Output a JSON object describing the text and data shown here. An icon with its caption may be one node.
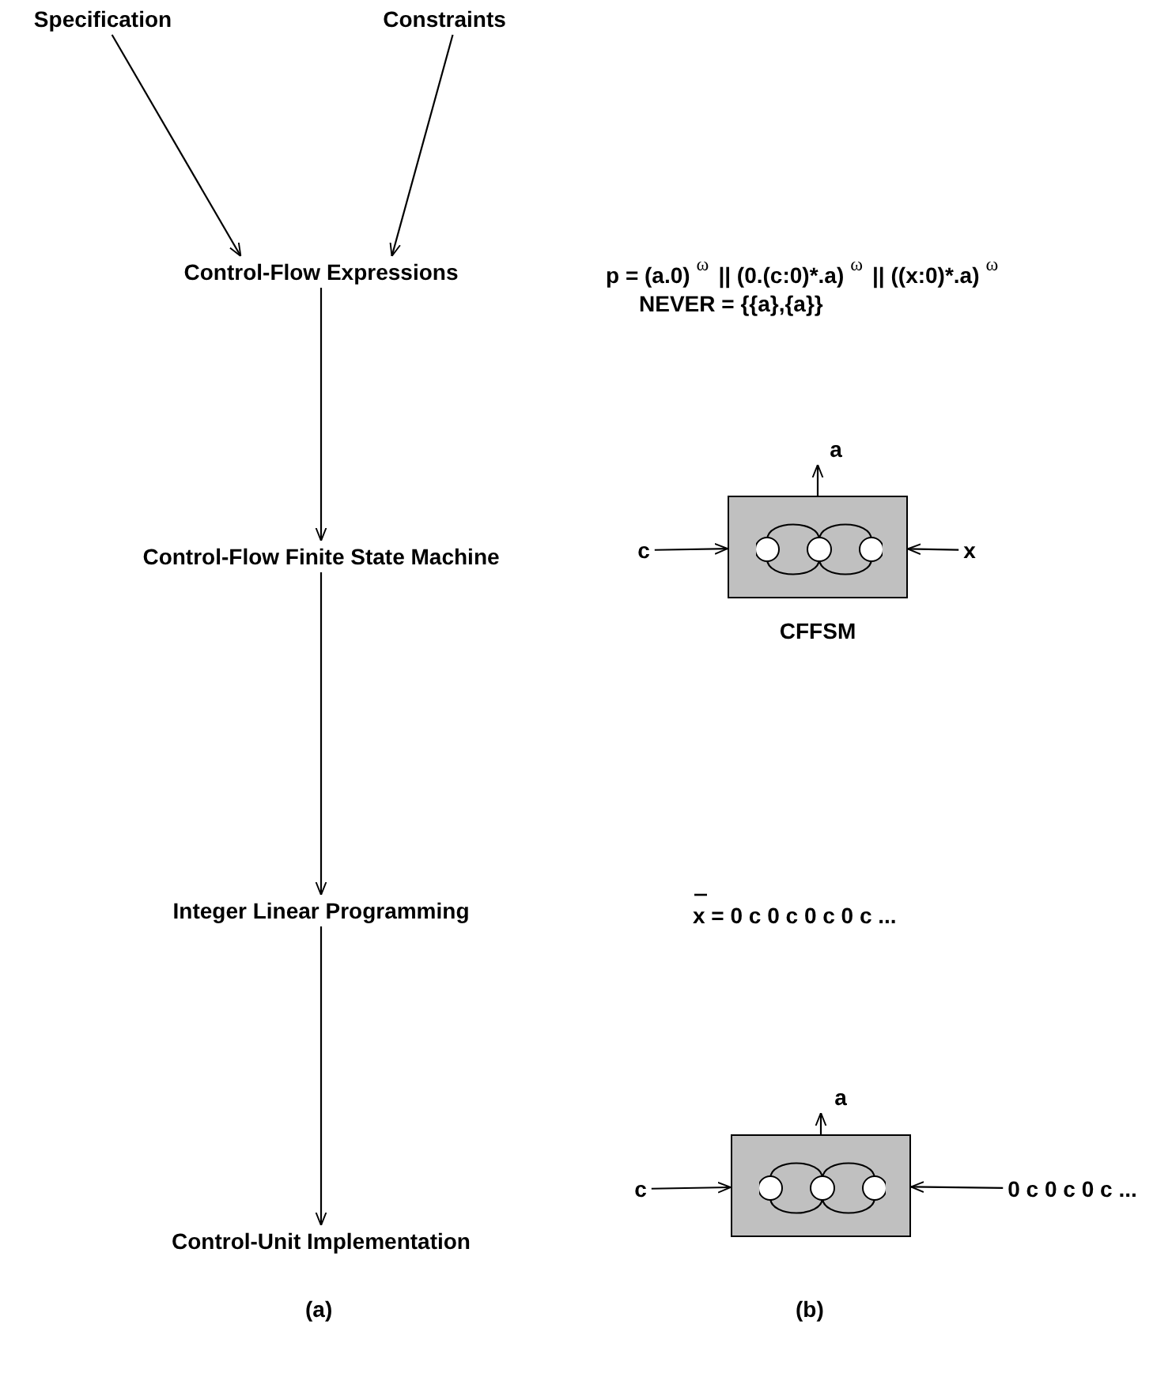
{
  "diagram": {
    "nodes": [
      {
        "text": [
          "Specification"
        ]
      },
      {
        "text": [
          "Constraints"
        ]
      },
      {
        "text": [
          "Control-Flow Expressions"
        ]
      },
      {
        "text": [
          "Control-Flow Finite State Machine"
        ]
      },
      {
        "text": [
          "Integer Linear Programming"
        ]
      },
      {
        "text": [
          "Control-Unit Implementation"
        ]
      },
      {
        "text": [],
        "shape": "box",
        "beside": [
          "CFFSM"
        ]
      },
      {
        "text": [
          "c"
        ]
      },
      {
        "text": [
          "x"
        ]
      },
      {
        "text": [
          "a"
        ]
      },
      {
        "text": [],
        "shape": "box"
      },
      {
        "text": [
          "c"
        ]
      },
      {
        "text": [
          "0 c 0 c 0 c ..."
        ]
      },
      {
        "text": [
          "a"
        ]
      }
    ],
    "edges": [
      {
        "from": 0,
        "to": 2,
        "arrow": "to"
      },
      {
        "from": 1,
        "to": 2,
        "arrow": "to"
      },
      {
        "from": 2,
        "to": 3,
        "arrow": "to"
      },
      {
        "from": 3,
        "to": 4,
        "arrow": "to"
      },
      {
        "from": 4,
        "to": 5,
        "arrow": "to"
      },
      {
        "from": 7,
        "to": 6,
        "arrow": "to"
      },
      {
        "from": 8,
        "to": 6,
        "arrow": "to"
      },
      {
        "from": 6,
        "to": 9,
        "arrow": "to"
      },
      {
        "from": 11,
        "to": 10,
        "arrow": "to"
      },
      {
        "from": 12,
        "to": 10,
        "arrow": "to"
      },
      {
        "from": 10,
        "to": 13,
        "arrow": "to"
      }
    ],
    "labels": [
      "p = (a.0)",
      "ω",
      "|| (0.(c:0)*.a)",
      "ω",
      "|| ((x:0)*.a)",
      "ω",
      "NEVER = {{a},{a}}",
      "x = 0 c 0 c 0 c 0 c ...",
      "(a)",
      "(b)"
    ]
  }
}
